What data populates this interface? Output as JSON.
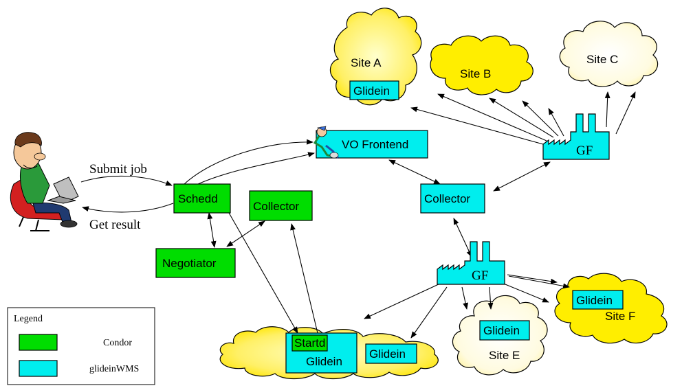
{
  "sites": {
    "a": "Site A",
    "b": "Site B",
    "c": "Site C",
    "e": "Site E",
    "f": "Site F"
  },
  "nodes": {
    "glidein": "Glidein",
    "vo_frontend": "VO Frontend",
    "schedd": "Schedd",
    "collector": "Collector",
    "negotiator": "Negotiator",
    "startd": "Startd",
    "factory": "GF"
  },
  "user": {
    "submit": "Submit job",
    "result": "Get result"
  },
  "legend": {
    "title": "Legend",
    "condor": "Condor",
    "glideinwms": "glideinWMS"
  },
  "colors": {
    "condor": "#00dd00",
    "glideinwms": "#00eeee",
    "cloud_yellow": "#ffee00",
    "cloud_pale": "#fffbe0"
  }
}
